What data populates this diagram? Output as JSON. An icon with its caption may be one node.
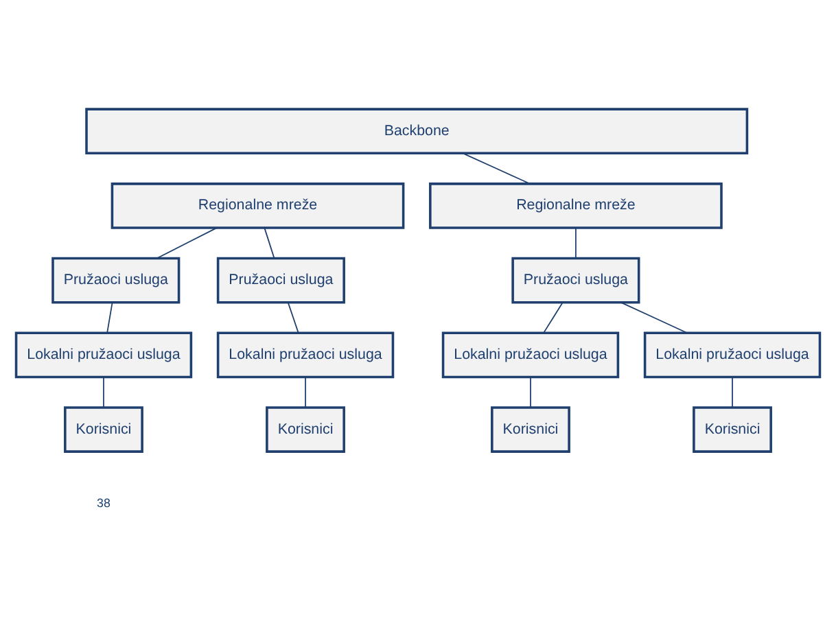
{
  "diagram": {
    "nodes": [
      {
        "text": [
          "Backbone"
        ]
      },
      {
        "text": [
          "Regionalne mreže"
        ]
      },
      {
        "text": [
          "Regionalne mreže"
        ]
      },
      {
        "text": [
          "Pružaoci usluga"
        ]
      },
      {
        "text": [
          "Pružaoci usluga"
        ]
      },
      {
        "text": [
          "Pružaoci usluga"
        ]
      },
      {
        "text": [
          "Lokalni pružaoci usluga"
        ]
      },
      {
        "text": [
          "Lokalni pružaoci usluga"
        ]
      },
      {
        "text": [
          "Lokalni pružaoci usluga"
        ]
      },
      {
        "text": [
          "Lokalni pružaoci usluga"
        ]
      },
      {
        "text": [
          "Korisnici"
        ]
      },
      {
        "text": [
          "Korisnici"
        ]
      },
      {
        "text": [
          "Korisnici"
        ]
      },
      {
        "text": [
          "Korisnici"
        ]
      }
    ],
    "edges": [
      {
        "from": 0,
        "to": 2,
        "arrow": "none"
      },
      {
        "from": 1,
        "to": 3,
        "arrow": "none"
      },
      {
        "from": 1,
        "to": 4,
        "arrow": "none"
      },
      {
        "from": 2,
        "to": 5,
        "arrow": "none"
      },
      {
        "from": 3,
        "to": 6,
        "arrow": "none"
      },
      {
        "from": 4,
        "to": 7,
        "arrow": "none"
      },
      {
        "from": 5,
        "to": 8,
        "arrow": "none"
      },
      {
        "from": 5,
        "to": 9,
        "arrow": "none"
      },
      {
        "from": 6,
        "to": 10,
        "arrow": "none"
      },
      {
        "from": 7,
        "to": 11,
        "arrow": "none"
      },
      {
        "from": 8,
        "to": 12,
        "arrow": "none"
      },
      {
        "from": 9,
        "to": 13,
        "arrow": "none"
      }
    ],
    "labels": [
      "38"
    ]
  }
}
